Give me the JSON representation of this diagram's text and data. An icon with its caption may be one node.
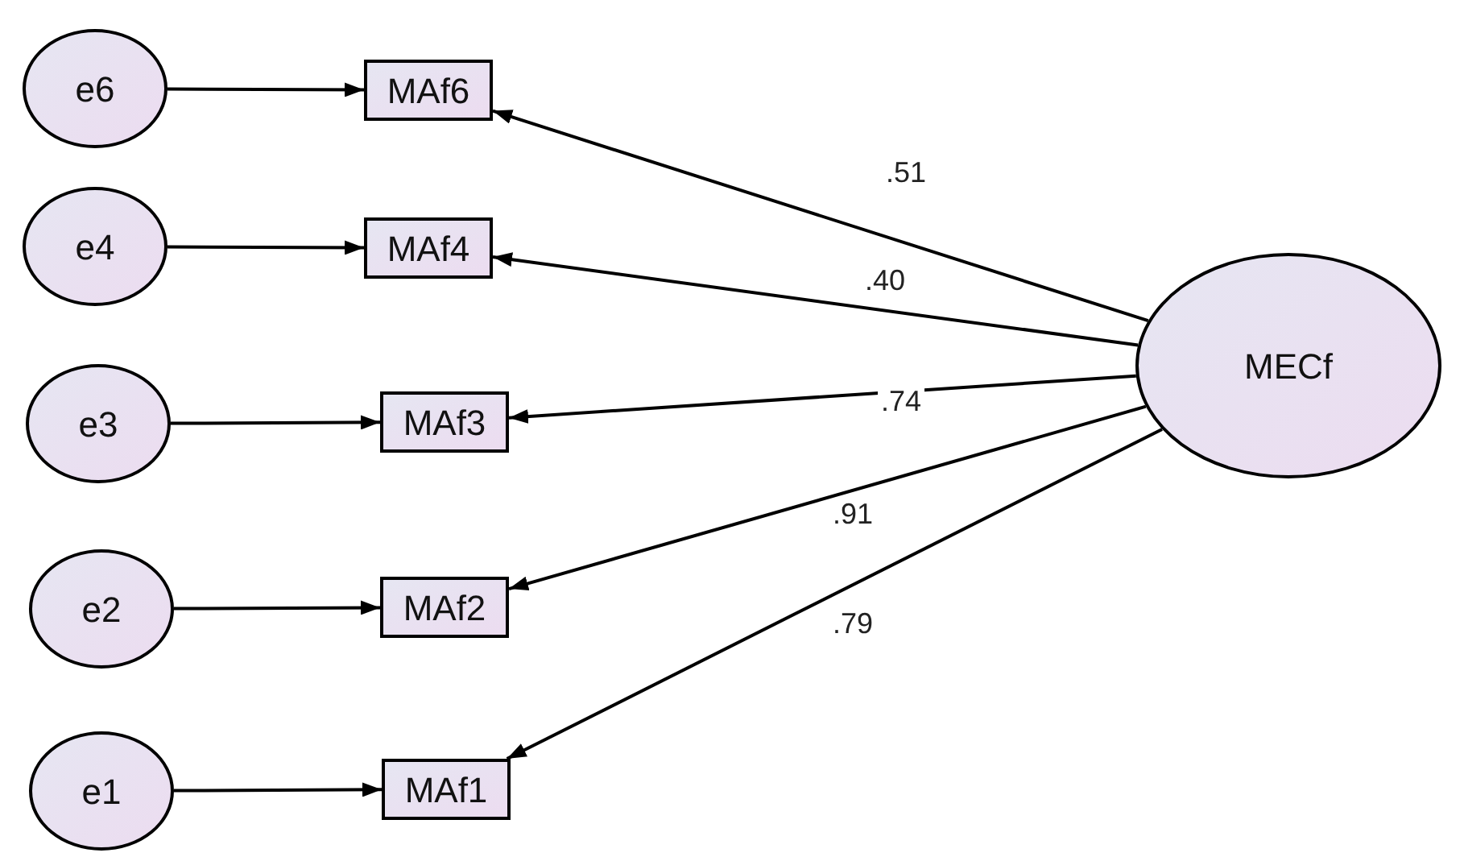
{
  "diagram": {
    "nodes": [
      {
        "text": [
          "e6"
        ]
      },
      {
        "text": [
          "MAf6"
        ]
      },
      {
        "text": [
          "e4"
        ]
      },
      {
        "text": [
          "MAf4"
        ]
      },
      {
        "text": [
          "e3"
        ]
      },
      {
        "text": [
          "MAf3"
        ]
      },
      {
        "text": [
          "e2"
        ]
      },
      {
        "text": [
          "MAf2"
        ]
      },
      {
        "text": [
          "e1"
        ]
      },
      {
        "text": [
          "MAf1"
        ]
      },
      {
        "text": [
          "MECf"
        ]
      }
    ],
    "edges": [
      {
        "from": 0,
        "to": 1,
        "arrow": "to"
      },
      {
        "from": 2,
        "to": 3,
        "arrow": "to"
      },
      {
        "from": 4,
        "to": 5,
        "arrow": "to"
      },
      {
        "from": 6,
        "to": 7,
        "arrow": "to"
      },
      {
        "from": 8,
        "to": 9,
        "arrow": "to"
      },
      {
        "from": 10,
        "to": 1,
        "arrow": "to",
        "label": ".51"
      },
      {
        "from": 10,
        "to": 3,
        "arrow": "to",
        "label": ".40"
      },
      {
        "from": 10,
        "to": 5,
        "arrow": "to",
        "label": ".74"
      },
      {
        "from": 10,
        "to": 7,
        "arrow": "to",
        "label": ".91"
      },
      {
        "from": 10,
        "to": 9,
        "arrow": "to",
        "label": ".79"
      }
    ]
  }
}
